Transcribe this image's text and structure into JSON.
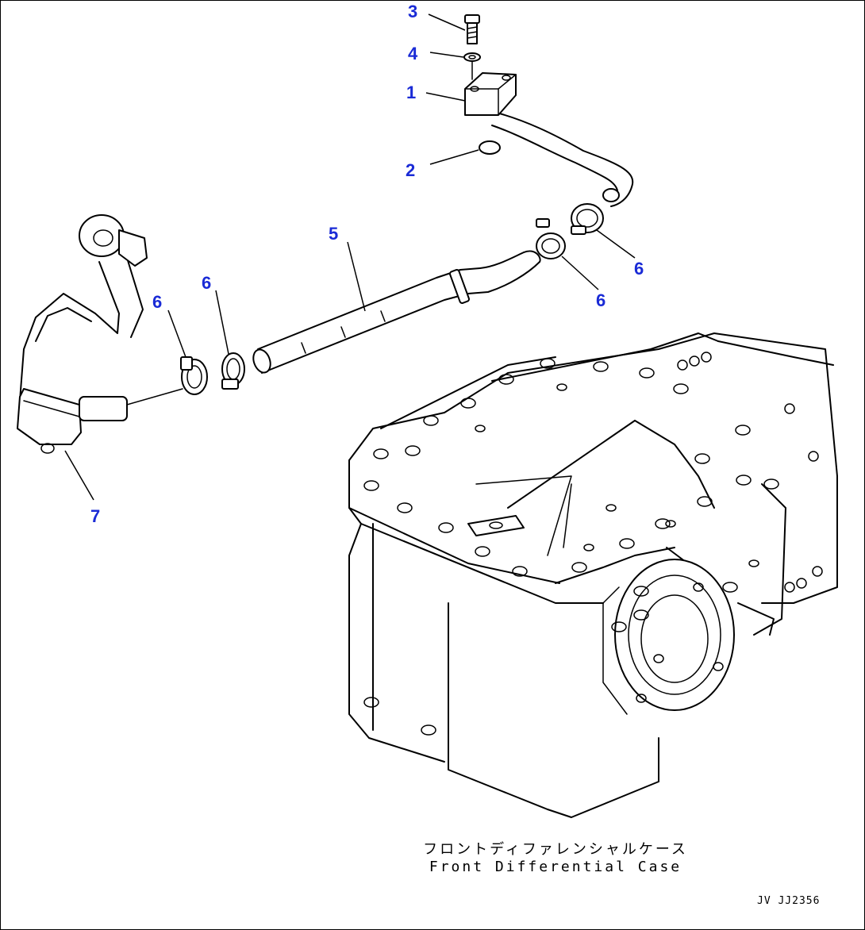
{
  "diagram": {
    "callouts": [
      {
        "id": "c3",
        "label": "3"
      },
      {
        "id": "c4",
        "label": "4"
      },
      {
        "id": "c1",
        "label": "1"
      },
      {
        "id": "c2",
        "label": "2"
      },
      {
        "id": "c5",
        "label": "5"
      },
      {
        "id": "c6a",
        "label": "6"
      },
      {
        "id": "c6b",
        "label": "6"
      },
      {
        "id": "c6c",
        "label": "6"
      },
      {
        "id": "c6d",
        "label": "6"
      },
      {
        "id": "c7",
        "label": "7"
      }
    ],
    "caption_jp": "フロントディファレンシャルケース",
    "caption_en": "Front Differential Case",
    "drawing_code": "JV JJ2356",
    "colors": {
      "callout": "#1a2bd6",
      "line": "#000000",
      "background": "#ffffff"
    }
  }
}
